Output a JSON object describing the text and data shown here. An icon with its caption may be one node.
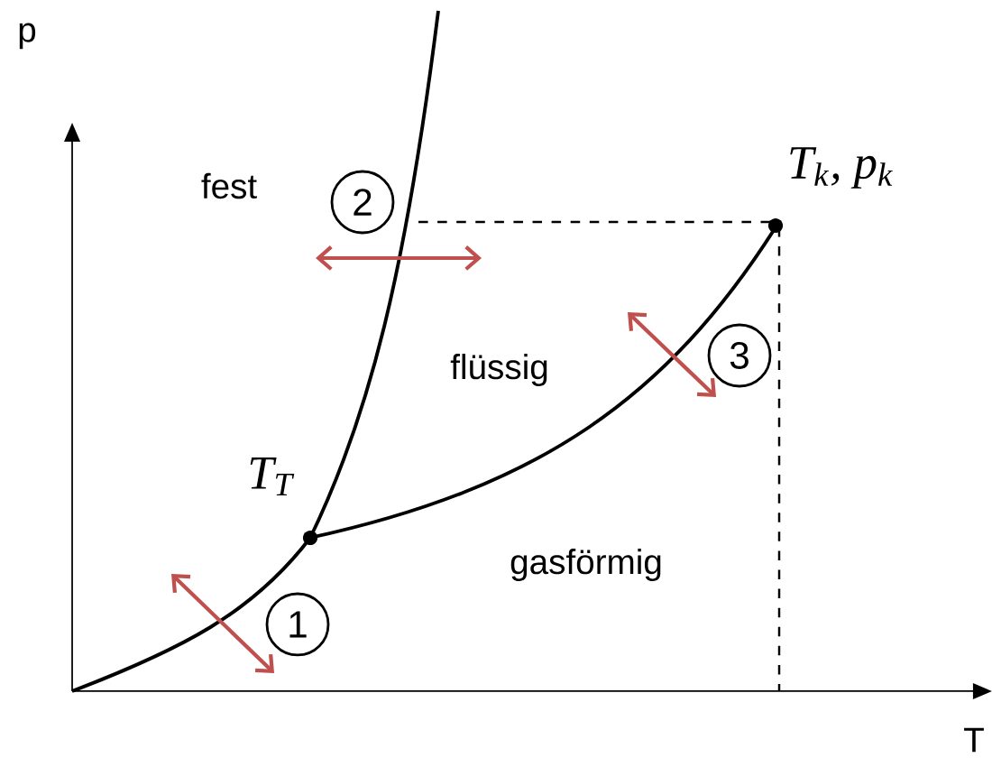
{
  "diagram": {
    "nodes": [
      {
        "text": [
          "2"
        ]
      },
      {
        "text": [
          "3"
        ]
      },
      {
        "text": [
          "1"
        ]
      }
    ],
    "labels": [
      "p",
      "fest",
      "T$_{k}$, p$_{k}$",
      "flüssig",
      "T$_{T}$",
      "gasförmig",
      "T"
    ]
  }
}
